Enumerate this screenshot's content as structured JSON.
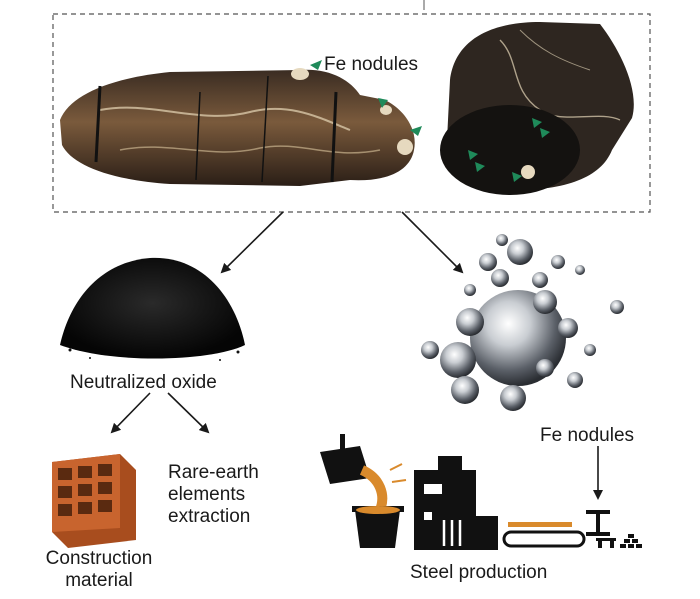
{
  "labels": {
    "fe_nodules_top": "Fe nodules",
    "neutralized_oxide": "Neutralized oxide",
    "rare_earth": [
      "Rare-earth",
      "elements",
      "extraction"
    ],
    "construction": [
      "Construction",
      "material"
    ],
    "fe_nodules_right": "Fe nodules",
    "steel_production": "Steel production"
  },
  "colors": {
    "arrow": "#1a1a1a",
    "nodule_marker": "#1f8a5a",
    "brick": "#c8642e",
    "molten": "#d98a2c",
    "machine": "#111111"
  },
  "icons": [
    "slag-core-photo",
    "slag-cross-section-photo",
    "black-powder-heap",
    "metal-nodules-photo",
    "brick-icon",
    "ladle-icon",
    "factory-machine-icon",
    "conveyor-icon",
    "steel-beam-icon"
  ]
}
